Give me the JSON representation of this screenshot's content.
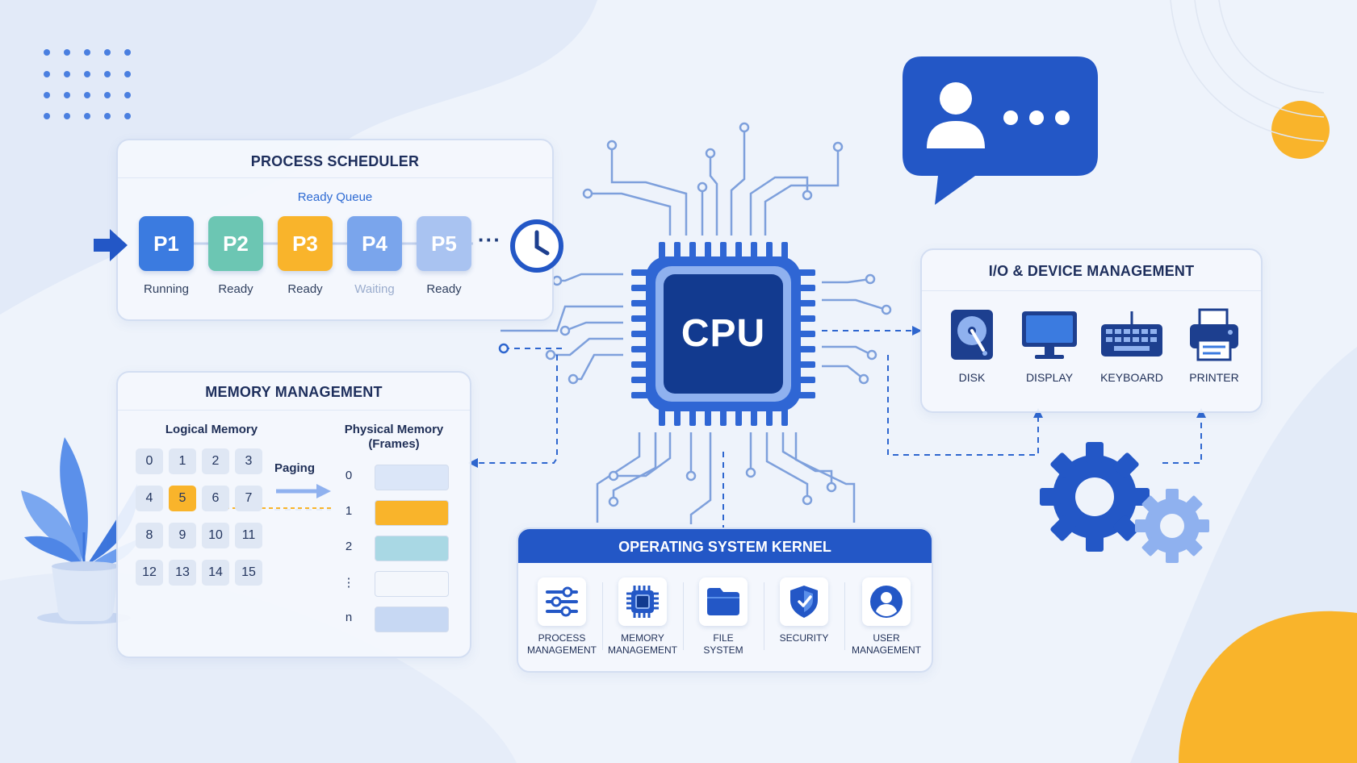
{
  "colors": {
    "primary": "#2357c6",
    "dark": "#0f2a6b",
    "accent": "#f9b42b",
    "teal": "#6cc6b3",
    "light_blue": "#8fb1ef",
    "pale_blue": "#a9c3f1"
  },
  "cpu": {
    "label": "CPU"
  },
  "scheduler": {
    "title": "PROCESS SCHEDULER",
    "queue_label": "Ready Queue",
    "more": "···",
    "processes": [
      {
        "id": "P1",
        "state": "Running",
        "color": "#3b7be0"
      },
      {
        "id": "P2",
        "state": "Ready",
        "color": "#6cc6b3"
      },
      {
        "id": "P3",
        "state": "Ready",
        "color": "#f9b42b"
      },
      {
        "id": "P4",
        "state": "Waiting",
        "color": "#7aa5ec"
      },
      {
        "id": "P5",
        "state": "Ready",
        "color": "#a9c3f1"
      }
    ]
  },
  "memory": {
    "title": "MEMORY MANAGEMENT",
    "logical_label": "Logical Memory",
    "physical_label": "Physical Memory",
    "physical_sub": "(Frames)",
    "paging_label": "Paging",
    "logical_pages": [
      "0",
      "1",
      "2",
      "3",
      "4",
      "5",
      "6",
      "7",
      "8",
      "9",
      "10",
      "11",
      "12",
      "13",
      "14",
      "15"
    ],
    "highlighted_page": "5",
    "frames": [
      {
        "label": "0",
        "color": "#dbe6f8"
      },
      {
        "label": "1",
        "color": "#f9b42b"
      },
      {
        "label": "2",
        "color": "#a9d8e4"
      },
      {
        "label": "⋮",
        "color": "#f4f7fc"
      },
      {
        "label": "n",
        "color": "#c7d8f3"
      }
    ]
  },
  "io": {
    "title": "I/O & DEVICE MANAGEMENT",
    "devices": [
      {
        "label": "DISK",
        "icon": "disk-icon"
      },
      {
        "label": "DISPLAY",
        "icon": "display-icon"
      },
      {
        "label": "KEYBOARD",
        "icon": "keyboard-icon"
      },
      {
        "label": "PRINTER",
        "icon": "printer-icon"
      }
    ]
  },
  "kernel": {
    "title": "OPERATING SYSTEM KERNEL",
    "modules": [
      {
        "line1": "PROCESS",
        "line2": "MANAGEMENT",
        "icon": "sliders-icon"
      },
      {
        "line1": "MEMORY",
        "line2": "MANAGEMENT",
        "icon": "chip-icon"
      },
      {
        "line1": "FILE",
        "line2": "SYSTEM",
        "icon": "folder-icon"
      },
      {
        "line1": "SECURITY",
        "line2": "",
        "icon": "shield-icon"
      },
      {
        "line1": "USER",
        "line2": "MANAGEMENT",
        "icon": "user-icon"
      }
    ]
  },
  "decor": {
    "chat_icon": "user-chat-bubble-icon",
    "gear_icon": "gears-icon",
    "plant_icon": "plant-icon",
    "clock_icon": "clock-icon"
  }
}
